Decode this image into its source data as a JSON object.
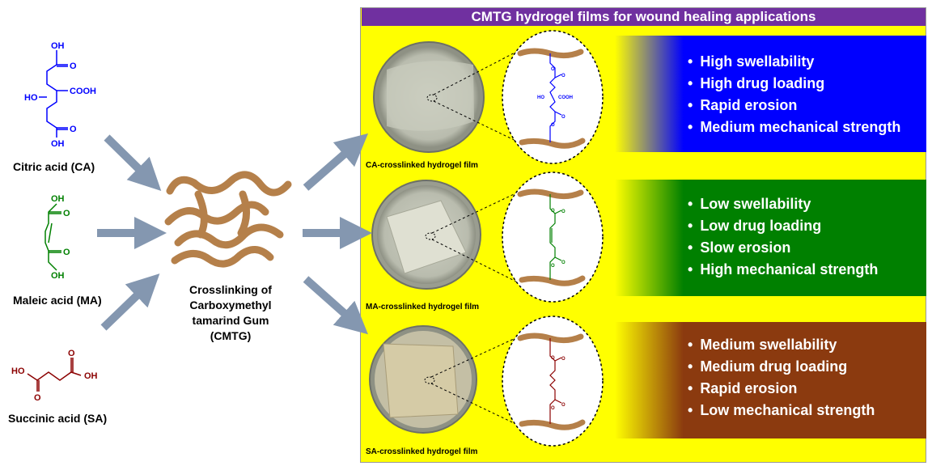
{
  "title": "CMTG hydrogel films for wound healing applications",
  "acids": [
    {
      "label": "Citric acid (CA)",
      "color": "#0000ff"
    },
    {
      "label": "Maleic acid (MA)",
      "color": "#008000"
    },
    {
      "label": "Succinic acid (SA)",
      "color": "#8b0000"
    }
  ],
  "center_label": [
    "Crosslinking of",
    "Carboxymethyl",
    "tamarind Gum",
    "(CMTG)"
  ],
  "structure_text": {
    "oh": "OH",
    "ho": "HO",
    "o": "O",
    "cooh": "COOH"
  },
  "films": [
    {
      "label": "CA-crosslinked hydrogel film",
      "box_color": "#0000ff",
      "properties": [
        "High swellability",
        "High drug loading",
        "Rapid erosion",
        "Medium mechanical strength"
      ]
    },
    {
      "label": "MA-crosslinked hydrogel film",
      "box_color": "#008000",
      "properties": [
        "Low swellability",
        "Low drug loading",
        "Slow erosion",
        "High mechanical strength"
      ]
    },
    {
      "label": "SA-crosslinked hydrogel film",
      "box_color": "#8b3a0f",
      "properties": [
        "Medium swellability",
        "Medium drug loading",
        "Rapid erosion",
        "Low mechanical strength"
      ]
    }
  ],
  "colors": {
    "panel": "#ffff00",
    "title_bar": "#7030a0",
    "arrow": "#8497b0",
    "gum": "#b5804a"
  }
}
